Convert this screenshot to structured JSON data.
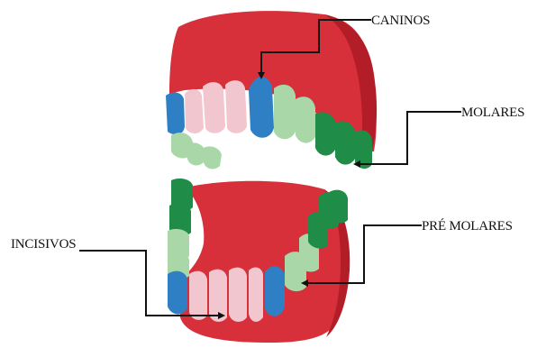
{
  "labels": {
    "caninos": "CANINOS",
    "molares": "MOLARES",
    "pre_molares": "PRÉ MOLARES",
    "incisivos": "INCISIVOS"
  },
  "colors": {
    "gum": "#d8303a",
    "gum_dark": "#b21d28",
    "incisor": "#f2c6cf",
    "canine": "#2f7fc4",
    "premolar": "#a9d7a8",
    "molar": "#1f8c48",
    "pointer": "#111111"
  }
}
